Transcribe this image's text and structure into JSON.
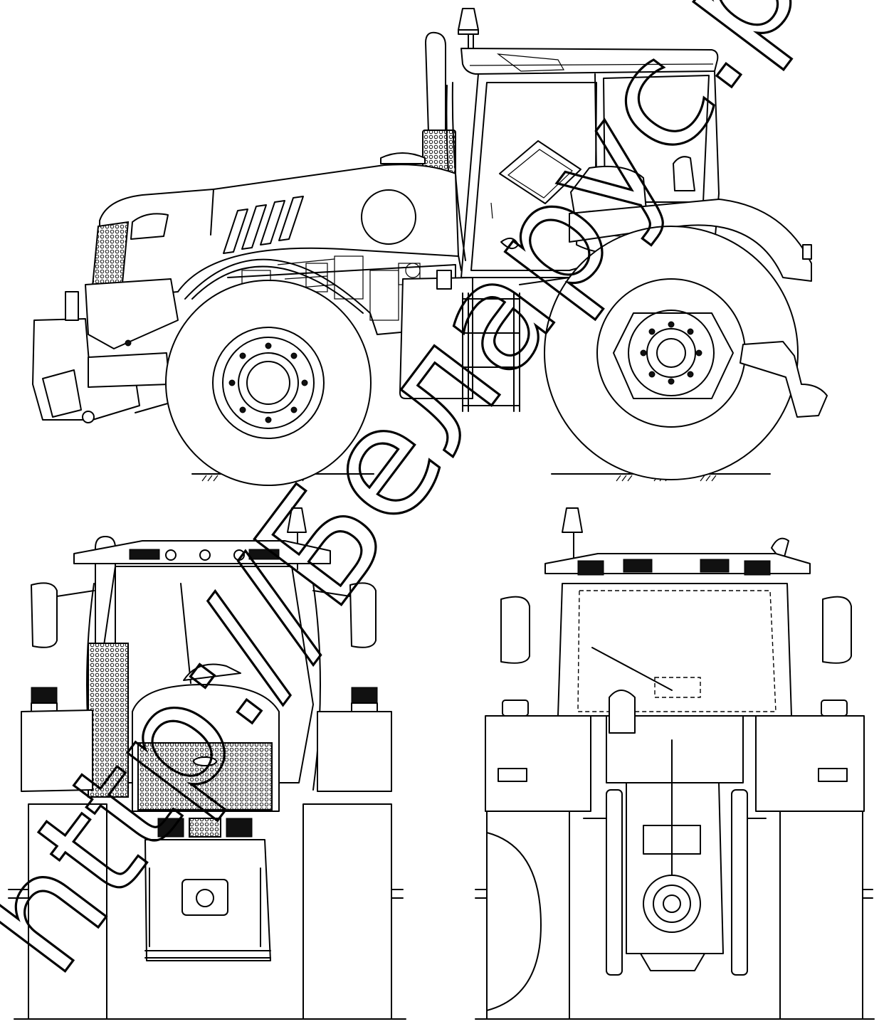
{
  "watermark": {
    "text": "http://Беларус.рф"
  },
  "views": {
    "side": {
      "name": "side-view"
    },
    "front": {
      "name": "front-view"
    },
    "rear": {
      "name": "rear-view"
    }
  },
  "colors": {
    "line": "#000000",
    "background": "#ffffff",
    "fill_dark": "#111111"
  }
}
